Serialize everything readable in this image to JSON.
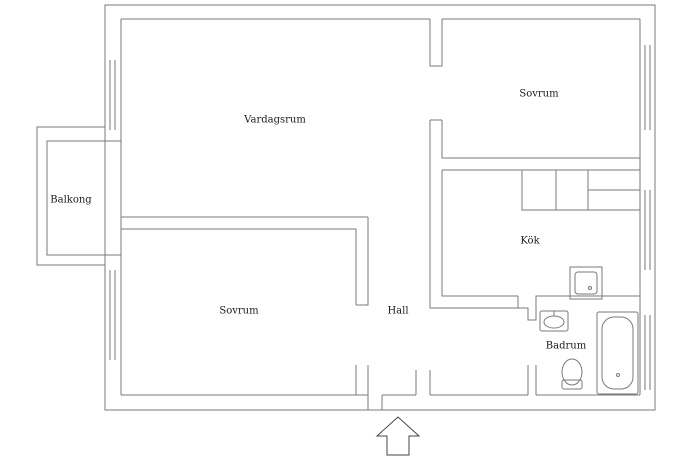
{
  "rooms": {
    "vardagsrum": "Vardagsrum",
    "sovrum_top": "Sovrum",
    "balkong": "Balkong",
    "kok": "Kök",
    "sovrum_bottom": "Sovrum",
    "hall": "Hall",
    "badrum": "Badrum"
  },
  "colors": {
    "wall_stroke": "#7a7a7a",
    "wall_fill": "#ffffff",
    "text": "#1a1a1a"
  },
  "icons": {
    "entrance": "up-arrow-icon",
    "bathtub": "bathtub-icon",
    "sink": "sink-icon",
    "toilet": "toilet-icon",
    "stove": "stove-icon"
  }
}
